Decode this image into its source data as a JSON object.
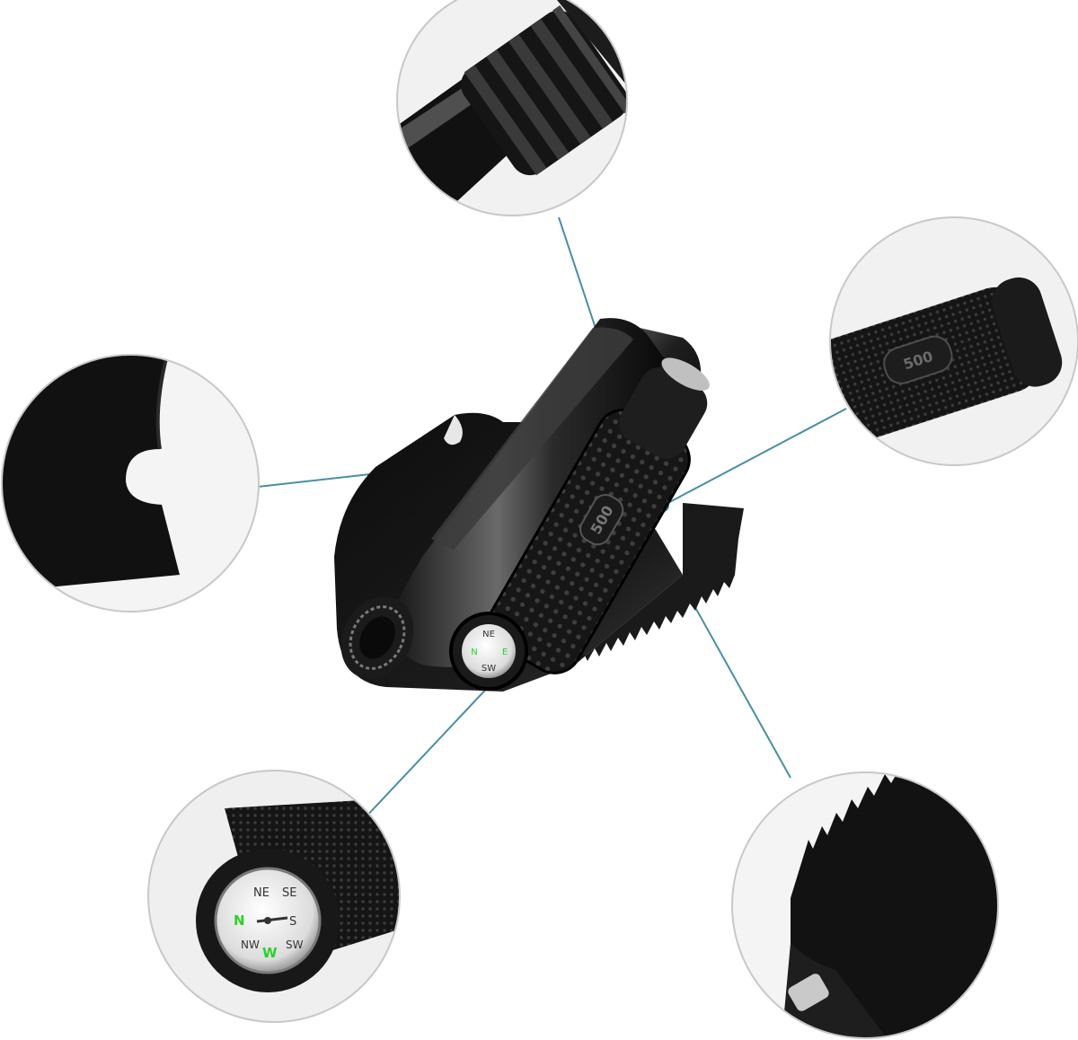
{
  "scene": {
    "subject": "folding shovel multi-tool",
    "background": "#ffffff",
    "callout_line_color": "#4a8ea1",
    "circle_border_color": "#c8c8c8"
  },
  "compass_letters": {
    "north": "N",
    "north_east": "NE",
    "east": "E",
    "south_east": "SE",
    "south": "S",
    "south_west": "SW",
    "west": "W",
    "north_west": "NW"
  },
  "grip_mark": "500",
  "callouts": [
    {
      "name": "handle-lock-collar",
      "icon": "threaded-collar"
    },
    {
      "name": "bottle-opener-notch",
      "icon": "notch"
    },
    {
      "name": "textured-grip",
      "icon": "grip"
    },
    {
      "name": "compass-end-cap",
      "icon": "compass"
    },
    {
      "name": "serrated-saw-edge",
      "icon": "saw"
    }
  ]
}
